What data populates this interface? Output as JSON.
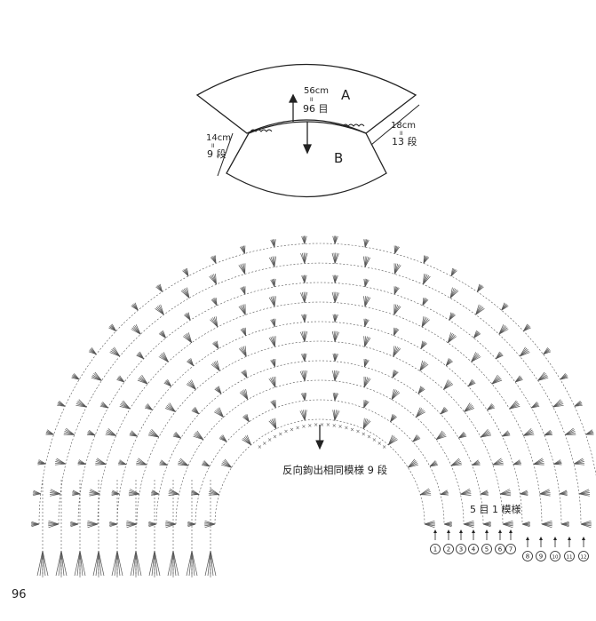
{
  "schematic": {
    "width_label": "56cm",
    "width_eq": "II",
    "width_stitches": "96 目",
    "part_a": "A",
    "part_b": "B",
    "left_cm": "14cm",
    "left_eq": "II",
    "left_rows": "9 段",
    "right_cm": "18cm",
    "right_eq": "II",
    "right_rows": "13 段"
  },
  "chart": {
    "center_note": "反向鉤出相同模様 9 段",
    "repeat_note": "5 目 1 模様",
    "row_numbers": [
      "1",
      "2",
      "3",
      "4",
      "5",
      "6",
      "7",
      "8",
      "9",
      "10",
      "11",
      "12"
    ]
  },
  "page_number": "96",
  "colors": {
    "line": "#222222",
    "stitch": "#555555",
    "background": "#ffffff"
  }
}
